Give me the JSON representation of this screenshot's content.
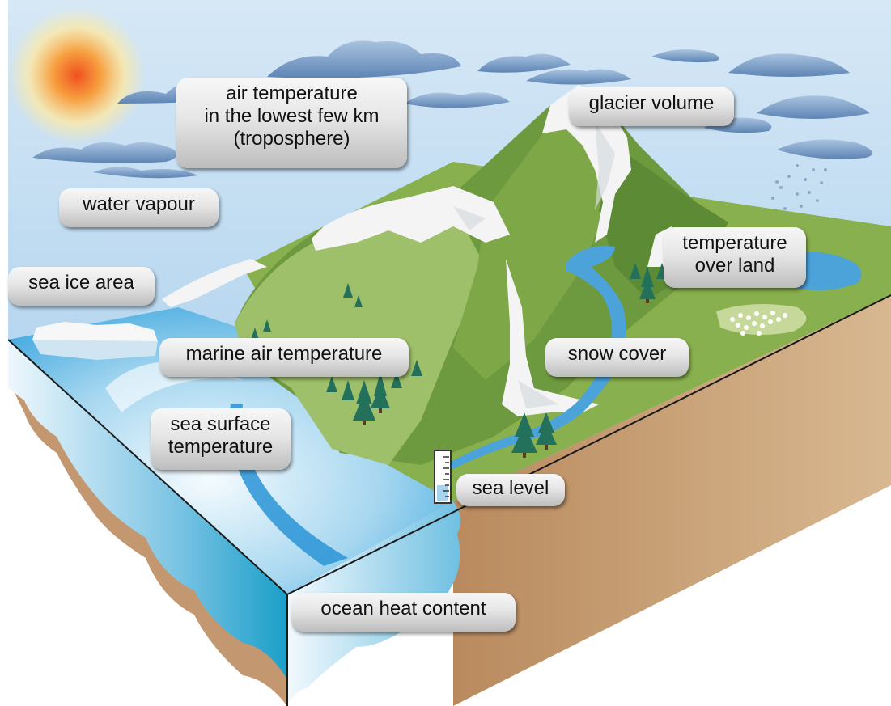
{
  "labels": {
    "air_temperature": "air temperature\nin the lowest few km\n(troposphere)",
    "glacier_volume": "glacier volume",
    "water_vapour": "water vapour",
    "temperature_over_land": "temperature\nover land",
    "sea_ice_area": "sea ice area",
    "marine_air_temperature": "marine air temperature",
    "snow_cover": "snow cover",
    "sea_surface_temperature": "sea surface\ntemperature",
    "sea_level": "sea level",
    "ocean_heat_content": "ocean heat content"
  },
  "colors": {
    "sky_top": "#d6e8f6",
    "sky_bottom": "#9fc9ea",
    "sun_core": "#f0501e",
    "sun_glow": "#fbe9a8",
    "cloud": "#6d91bd",
    "mountain_dark": "#5f8f3a",
    "mountain_light": "#a6c97a",
    "land": "#88b04f",
    "snow": "#f4f4f4",
    "ocean": "#2a9fd8",
    "ocean_light": "#e9f4fb",
    "soil": "#c89b70",
    "tree": "#23715b"
  }
}
